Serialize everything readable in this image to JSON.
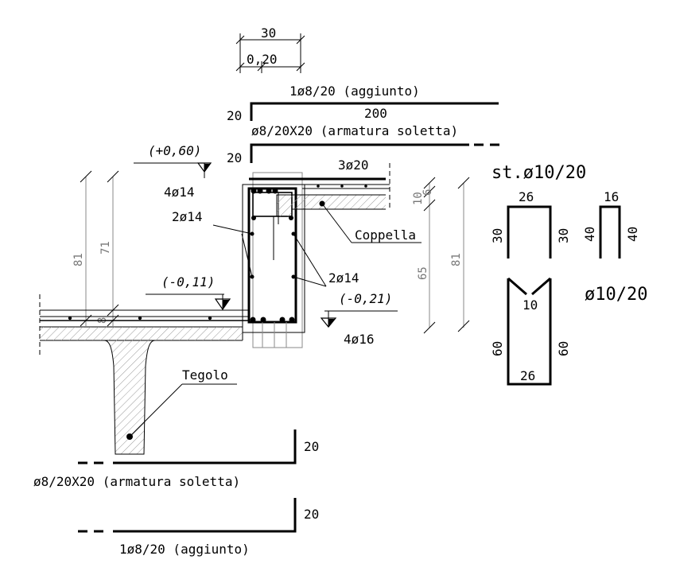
{
  "top": {
    "dim_width": "30",
    "dim_spacing": "0,20",
    "bar_added": "1ø8/20 (aggiunto)",
    "bar_length": "200",
    "mesh_slab": "ø8/20X20 (armatura soletta)",
    "hook_1": "20",
    "hook_2": "20"
  },
  "levels": {
    "top": "(+0,60)",
    "mid": "(-0,11)",
    "low": "(-0,21)"
  },
  "bars": {
    "top_beam": "4ø14",
    "side_upper": "2ø14",
    "side_lower": "2ø14",
    "bottom_beam": "4ø16",
    "slab_top": "3ø20"
  },
  "dims": {
    "left_81": "81",
    "left_71": "71",
    "left_8": "8",
    "right_10": "10",
    "right_6": "6",
    "right_65": "65",
    "right_81": "81"
  },
  "labels": {
    "coppella": "Coppella",
    "tegolo": "Tegolo"
  },
  "stirrups": {
    "title": "st.ø10/20",
    "s1_top": "26",
    "s1_left": "30",
    "s1_right": "30",
    "s2_top": "16",
    "s2_left": "40",
    "s2_right": "40",
    "s2_label": "ø10/20",
    "s3_notch": "10",
    "s3_left": "60",
    "s3_right": "60",
    "s3_bottom": "26"
  },
  "bottom": {
    "mesh_slab": "ø8/20X20 (armatura soletta)",
    "hook_1": "20",
    "bar_added": "1ø8/20 (aggiunto)",
    "hook_2": "20"
  },
  "colors": {
    "line": "#000000",
    "dim_grey": "#8a8a8a",
    "hatch": "#9a9a9a"
  }
}
